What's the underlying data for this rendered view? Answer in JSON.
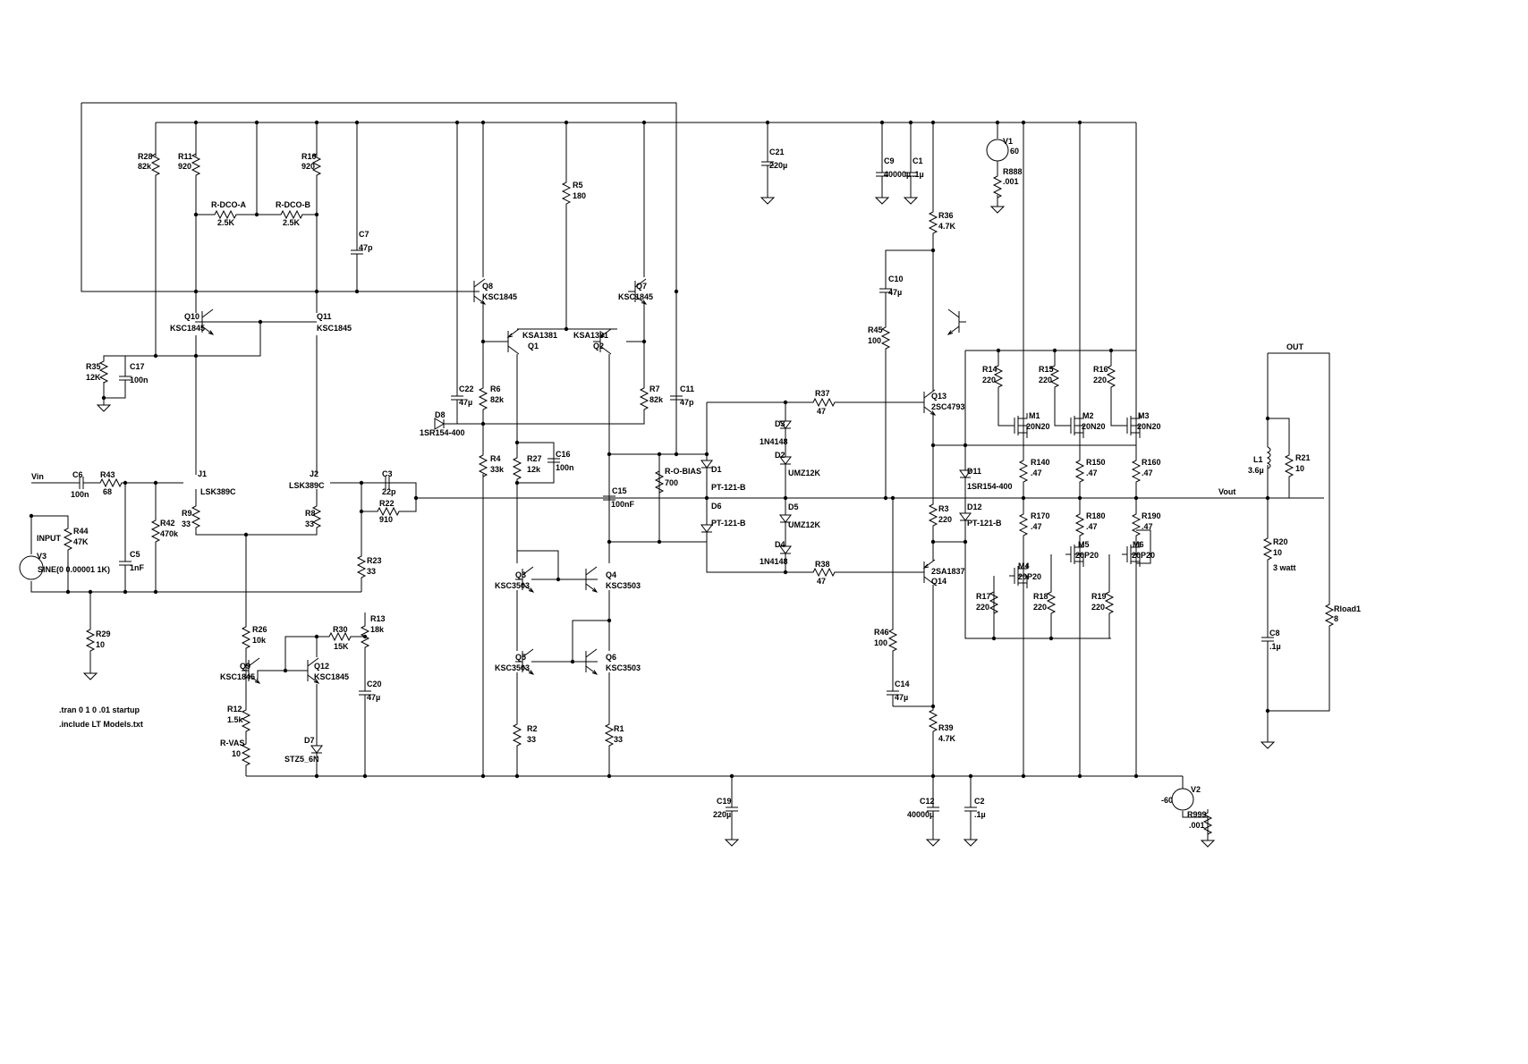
{
  "directives": {
    "tran": ".tran 0 1 0 .01 startup",
    "include": ".include LT Models.txt"
  },
  "nets": {
    "vin": "Vin",
    "vout": "Vout",
    "out": "OUT",
    "input": "INPUT"
  },
  "components": [
    {
      "id": "R28",
      "name": "R28",
      "value": "82k"
    },
    {
      "id": "R11",
      "name": "R11",
      "value": "920"
    },
    {
      "id": "R10",
      "name": "R10",
      "value": "920"
    },
    {
      "id": "RDCOA",
      "name": "R-DCO-A",
      "value": "2.5K"
    },
    {
      "id": "RDCOB",
      "name": "R-DCO-B",
      "value": "2.5K"
    },
    {
      "id": "C7",
      "name": "C7",
      "value": "47p"
    },
    {
      "id": "Q10",
      "name": "Q10",
      "value": "KSC1845"
    },
    {
      "id": "Q11",
      "name": "Q11",
      "value": "KSC1845"
    },
    {
      "id": "R35",
      "name": "R35",
      "value": "12K"
    },
    {
      "id": "C17",
      "name": "C17",
      "value": "100n"
    },
    {
      "id": "C6",
      "name": "C6",
      "value": "100n"
    },
    {
      "id": "R43",
      "name": "R43",
      "value": "68"
    },
    {
      "id": "J1",
      "name": "J1",
      "value": "LSK389C"
    },
    {
      "id": "J2",
      "name": "J2",
      "value": "LSK389C"
    },
    {
      "id": "C3",
      "name": "C3",
      "value": "22p"
    },
    {
      "id": "R22",
      "name": "R22",
      "value": "910"
    },
    {
      "id": "R44",
      "name": "R44",
      "value": "47K"
    },
    {
      "id": "V3",
      "name": "V3",
      "value": "SINE(0 0.00001 1K)"
    },
    {
      "id": "R42",
      "name": "R42",
      "value": "470k"
    },
    {
      "id": "C5",
      "name": "C5",
      "value": "1nF"
    },
    {
      "id": "R9",
      "name": "R9",
      "value": "33"
    },
    {
      "id": "R8",
      "name": "R8",
      "value": "33"
    },
    {
      "id": "R23",
      "name": "R23",
      "value": "33"
    },
    {
      "id": "R29",
      "name": "R29",
      "value": "10"
    },
    {
      "id": "R26",
      "name": "R26",
      "value": "10k"
    },
    {
      "id": "R30",
      "name": "R30",
      "value": "15K"
    },
    {
      "id": "R13",
      "name": "R13",
      "value": "18k"
    },
    {
      "id": "Q9",
      "name": "Q9",
      "value": "KSC1845"
    },
    {
      "id": "Q12",
      "name": "Q12",
      "value": "KSC1845"
    },
    {
      "id": "C20",
      "name": "C20",
      "value": "47µ"
    },
    {
      "id": "R12",
      "name": "R12",
      "value": "1.5k"
    },
    {
      "id": "RVAS",
      "name": "R-VAS",
      "value": "10"
    },
    {
      "id": "D7",
      "name": "D7",
      "value": "STZ5_6N"
    },
    {
      "id": "Q8",
      "name": "Q8",
      "value": "KSC1845"
    },
    {
      "id": "Q7",
      "name": "Q7",
      "value": "KSC1845"
    },
    {
      "id": "R5",
      "name": "R5",
      "value": "180"
    },
    {
      "id": "Q1",
      "name": "Q1",
      "value": "KSA1381"
    },
    {
      "id": "Q2",
      "name": "Q2",
      "value": "KSA1381"
    },
    {
      "id": "C22",
      "name": "C22",
      "value": "47µ"
    },
    {
      "id": "R6",
      "name": "R6",
      "value": "82k"
    },
    {
      "id": "R7",
      "name": "R7",
      "value": "82k"
    },
    {
      "id": "C11",
      "name": "C11",
      "value": "47p"
    },
    {
      "id": "D8",
      "name": "D8",
      "value": "1SR154-400"
    },
    {
      "id": "R4",
      "name": "R4",
      "value": "33k"
    },
    {
      "id": "R27",
      "name": "R27",
      "value": "12k"
    },
    {
      "id": "C16",
      "name": "C16",
      "value": "100n"
    },
    {
      "id": "C15",
      "name": "C15",
      "value": "100nF"
    },
    {
      "id": "ROBIAS",
      "name": "R-O-BIAS",
      "value": "700"
    },
    {
      "id": "Q3",
      "name": "Q3",
      "value": "KSC3503"
    },
    {
      "id": "Q4",
      "name": "Q4",
      "value": "KSC3503"
    },
    {
      "id": "Q5",
      "name": "Q5",
      "value": "KSC3503"
    },
    {
      "id": "Q6",
      "name": "Q6",
      "value": "KSC3503"
    },
    {
      "id": "R2",
      "name": "R2",
      "value": "33"
    },
    {
      "id": "R1",
      "name": "R1",
      "value": "33"
    },
    {
      "id": "C19",
      "name": "C19",
      "value": "220µ"
    },
    {
      "id": "C21",
      "name": "C21",
      "value": "220µ"
    },
    {
      "id": "C9",
      "name": "C9",
      "value": "40000µ"
    },
    {
      "id": "C1",
      "name": "C1",
      "value": ".1µ"
    },
    {
      "id": "V1",
      "name": "V1",
      "value": "60"
    },
    {
      "id": "R888",
      "name": "R888",
      "value": ".001"
    },
    {
      "id": "R36",
      "name": "R36",
      "value": "4.7K"
    },
    {
      "id": "C10",
      "name": "C10",
      "value": "47µ"
    },
    {
      "id": "R45",
      "name": "R45",
      "value": "100"
    },
    {
      "id": "D1",
      "name": "D1",
      "value": "PT-121-B"
    },
    {
      "id": "D6",
      "name": "D6",
      "value": "PT-121-B"
    },
    {
      "id": "D3",
      "name": "D3",
      "value": "1N4148"
    },
    {
      "id": "D2",
      "name": "D2",
      "value": "UMZ12K"
    },
    {
      "id": "D5",
      "name": "D5",
      "value": "UMZ12K"
    },
    {
      "id": "D4",
      "name": "D4",
      "value": "1N4148"
    },
    {
      "id": "R37",
      "name": "R37",
      "value": "47"
    },
    {
      "id": "R38",
      "name": "R38",
      "value": "47"
    },
    {
      "id": "Q13",
      "name": "Q13",
      "value": "2SC4793"
    },
    {
      "id": "Q14",
      "name": "Q14",
      "value": "2SA1837"
    },
    {
      "id": "R3",
      "name": "R3",
      "value": "220"
    },
    {
      "id": "R46",
      "name": "R46",
      "value": "100"
    },
    {
      "id": "C14",
      "name": "C14",
      "value": "47µ"
    },
    {
      "id": "R39",
      "name": "R39",
      "value": "4.7K"
    },
    {
      "id": "C12",
      "name": "C12",
      "value": "40000µ"
    },
    {
      "id": "C2",
      "name": "C2",
      "value": ".1µ"
    },
    {
      "id": "V2",
      "name": "V2",
      "value": "-60"
    },
    {
      "id": "R999",
      "name": "R999",
      "value": ".001"
    },
    {
      "id": "D11",
      "name": "D11",
      "value": "1SR154-400"
    },
    {
      "id": "D12",
      "name": "D12",
      "value": "PT-121-B"
    },
    {
      "id": "R14",
      "name": "R14",
      "value": "220"
    },
    {
      "id": "R15",
      "name": "R15",
      "value": "220"
    },
    {
      "id": "R16",
      "name": "R16",
      "value": "220"
    },
    {
      "id": "M1",
      "name": "M1",
      "value": "20N20"
    },
    {
      "id": "M2",
      "name": "M2",
      "value": "20N20"
    },
    {
      "id": "M3",
      "name": "M3",
      "value": "20N20"
    },
    {
      "id": "R140",
      "name": "R140",
      "value": ".47"
    },
    {
      "id": "R150",
      "name": "R150",
      "value": ".47"
    },
    {
      "id": "R160",
      "name": "R160",
      "value": ".47"
    },
    {
      "id": "R170",
      "name": "R170",
      "value": ".47"
    },
    {
      "id": "R180",
      "name": "R180",
      "value": ".47"
    },
    {
      "id": "R190",
      "name": "R190",
      "value": ".47"
    },
    {
      "id": "M4",
      "name": "M4",
      "value": "20P20"
    },
    {
      "id": "M5",
      "name": "M5",
      "value": "20P20"
    },
    {
      "id": "M6",
      "name": "M6",
      "value": "20P20"
    },
    {
      "id": "R17",
      "name": "R17",
      "value": "220"
    },
    {
      "id": "R18",
      "name": "R18",
      "value": "220"
    },
    {
      "id": "R19",
      "name": "R19",
      "value": "220"
    },
    {
      "id": "L1",
      "name": "L1",
      "value": "3.6µ"
    },
    {
      "id": "R21",
      "name": "R21",
      "value": "10"
    },
    {
      "id": "R20",
      "name": "R20",
      "value": "10",
      "extra": "3 watt"
    },
    {
      "id": "C8",
      "name": "C8",
      "value": ".1µ"
    },
    {
      "id": "Rload1",
      "name": "Rload1",
      "value": "8"
    }
  ]
}
